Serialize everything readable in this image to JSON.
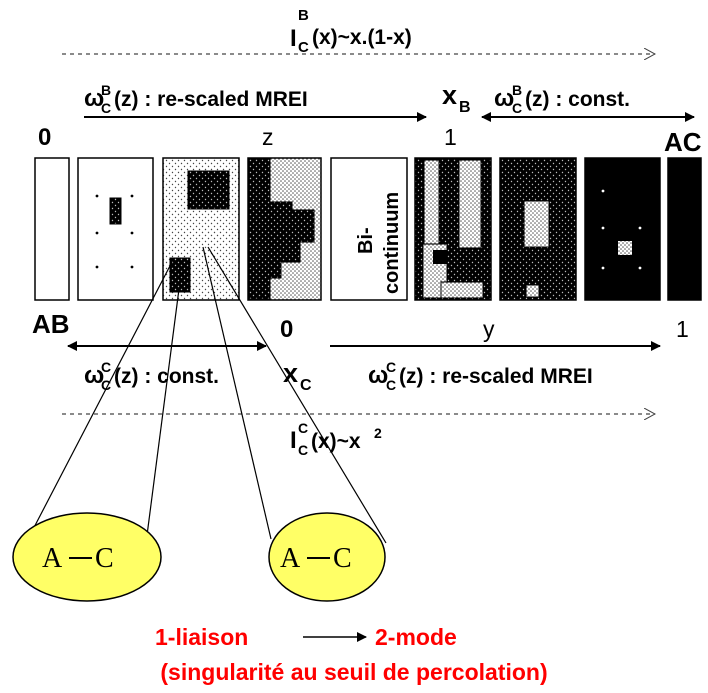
{
  "top_formula": {
    "I": "I",
    "sup": "B",
    "sub": "C",
    "rest": "(x)~x.(1-x)"
  },
  "omega_B_left": {
    "w": "ω",
    "sup": "B",
    "sub": "C",
    "rest": "(z) : re-scaled MREI"
  },
  "xB": {
    "main": "x",
    "sub": "B"
  },
  "omega_B_right": {
    "w": "ω",
    "sup": "B",
    "sub": "C",
    "rest": "(z) : const."
  },
  "labels": {
    "zero_top": "0",
    "z": "z",
    "one_top": "1",
    "AC": "AC",
    "AB": "AB",
    "zero_mid": "0",
    "y": "y",
    "one_bottom": "1",
    "bicontinuum_1": "Bi-",
    "bicontinuum_2": "continuum"
  },
  "omega_C_left": {
    "w": "ω",
    "sup": "C",
    "sub": "C",
    "rest": "(z) : const."
  },
  "xC": {
    "main": "x",
    "sub": "C"
  },
  "omega_C_right": {
    "w": "ω",
    "sup": "C",
    "sub": "C",
    "rest": "(z) : re-scaled MREI"
  },
  "bottom_formula": {
    "I": "I",
    "sup": "C",
    "sub": "C",
    "rest": "(x)~x",
    "exp": "2"
  },
  "ellipses": {
    "left_a": "A",
    "left_b": "C",
    "right_a": "A",
    "right_b": "C"
  },
  "caption": {
    "left": "1-liaison",
    "right": "2-mode",
    "line2": "(singularité au seuil de percolation)"
  },
  "colors": {
    "red": "#ff0000",
    "ellipse_fill": "#ffff66",
    "black": "#000000"
  }
}
